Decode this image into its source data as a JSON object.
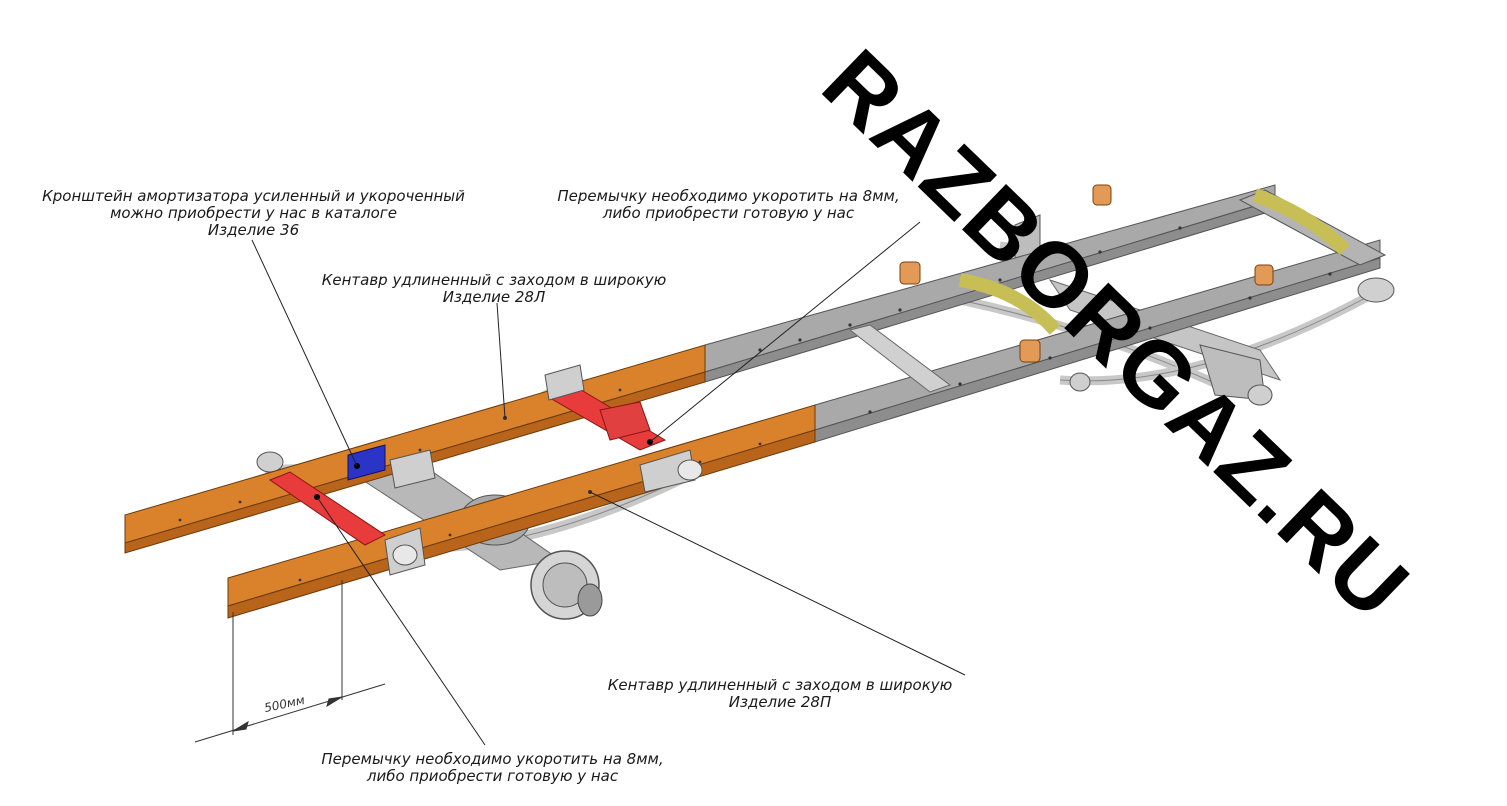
{
  "watermark": "RAZBORGAZ.RU",
  "colors": {
    "extension": "#d9822b",
    "frame": "#a7a7a7",
    "crossmember": "#e83c3c",
    "bracket": "#2a35c8",
    "suspension": "#c8c8c8",
    "bushing": "#e39a56",
    "rear_link": "#c7bf55"
  },
  "callouts": {
    "bracket": {
      "line1": "Кронштейн амортизатора усиленный и укороченный",
      "line2": "можно приобрести у нас в каталоге",
      "line3": "Изделие 36"
    },
    "crossbar_top": {
      "line1": "Перемычку необходимо укоротить на 8мм,",
      "line2": "либо приобрести готовую у нас"
    },
    "left_extension": {
      "line1": "Кентавр удлиненный с заходом в широкую",
      "line2": "Изделие 28Л"
    },
    "right_extension": {
      "line1": "Кентавр удлиненный с заходом в широкую",
      "line2": "Изделие 28П"
    },
    "crossbar_bottom": {
      "line1": "Перемычку необходимо укоротить на 8мм,",
      "line2": "либо приобрести готовую у нас"
    }
  },
  "dimension": {
    "label": "500мм"
  }
}
